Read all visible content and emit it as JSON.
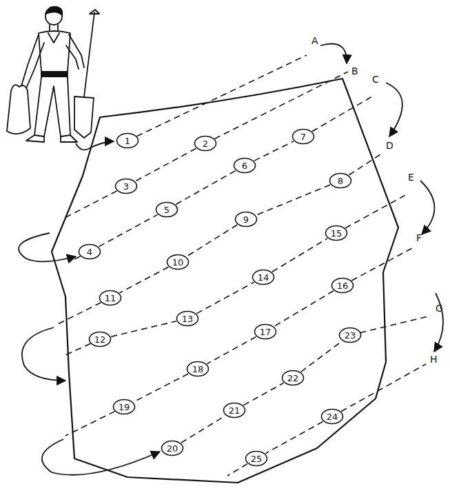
{
  "diagram": {
    "nodes": [
      {
        "text": [
          "1"
        ]
      },
      {
        "text": [
          "2"
        ]
      },
      {
        "text": [
          "3"
        ]
      },
      {
        "text": [
          "4"
        ]
      },
      {
        "text": [
          "5"
        ]
      },
      {
        "text": [
          "6"
        ]
      },
      {
        "text": [
          "7"
        ]
      },
      {
        "text": [
          "8"
        ]
      },
      {
        "text": [
          "9"
        ]
      },
      {
        "text": [
          "10"
        ]
      },
      {
        "text": [
          "11"
        ]
      },
      {
        "text": [
          "12"
        ]
      },
      {
        "text": [
          "13"
        ]
      },
      {
        "text": [
          "14"
        ]
      },
      {
        "text": [
          "15"
        ]
      },
      {
        "text": [
          "16"
        ]
      },
      {
        "text": [
          "17"
        ]
      },
      {
        "text": [
          "18"
        ]
      },
      {
        "text": [
          "19"
        ]
      },
      {
        "text": [
          "20"
        ]
      },
      {
        "text": [
          "21"
        ]
      },
      {
        "text": [
          "22"
        ]
      },
      {
        "text": [
          "23"
        ]
      },
      {
        "text": [
          "24"
        ]
      },
      {
        "text": [
          "25"
        ]
      }
    ],
    "edges": [
      {
        "from": 1,
        "to": 2,
        "arrow": "none"
      },
      {
        "from": 3,
        "to": 4,
        "arrow": "none"
      },
      {
        "from": 4,
        "to": 5,
        "arrow": "none"
      },
      {
        "from": 5,
        "to": 6,
        "arrow": "none"
      },
      {
        "from": 7,
        "to": 8,
        "arrow": "none"
      },
      {
        "from": 8,
        "to": 9,
        "arrow": "none"
      },
      {
        "from": 9,
        "to": 10,
        "arrow": "none"
      },
      {
        "from": 11,
        "to": 12,
        "arrow": "none"
      },
      {
        "from": 12,
        "to": 13,
        "arrow": "none"
      },
      {
        "from": 13,
        "to": 14,
        "arrow": "none"
      },
      {
        "from": 15,
        "to": 16,
        "arrow": "none"
      },
      {
        "from": 16,
        "to": 17,
        "arrow": "none"
      },
      {
        "from": 17,
        "to": 18,
        "arrow": "none"
      },
      {
        "from": 19,
        "to": 20,
        "arrow": "none"
      },
      {
        "from": 20,
        "to": 21,
        "arrow": "none"
      },
      {
        "from": 21,
        "to": 22,
        "arrow": "none"
      },
      {
        "from": 23,
        "to": 24,
        "arrow": "none"
      }
    ],
    "labels": [
      "A",
      "B",
      "C",
      "D",
      "E",
      "F",
      "G",
      "H"
    ]
  }
}
